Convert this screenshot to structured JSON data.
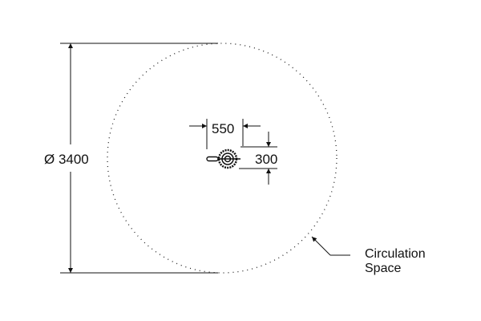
{
  "diagram": {
    "diameter_label": "Ø 3400",
    "width_label": "550",
    "height_label": "300",
    "annotation_line1": "Circulation",
    "annotation_line2": "Space"
  }
}
